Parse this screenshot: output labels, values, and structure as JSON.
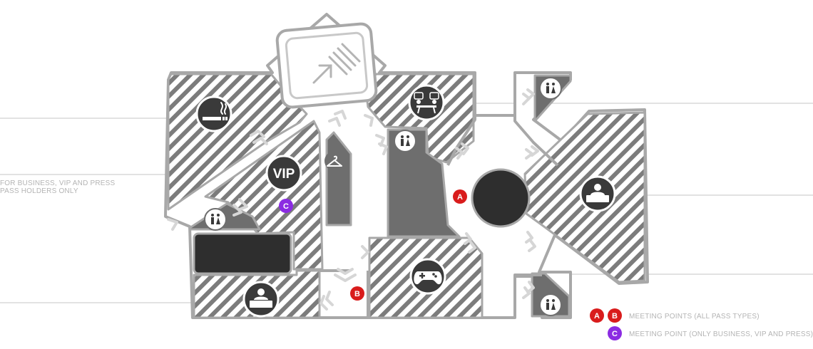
{
  "callouts": {
    "vip_note_line1": "FOR BUSINESS, VIP AND PRESS",
    "vip_note_line2": "PASS HOLDERS ONLY"
  },
  "icons": {
    "vip_label": "VIP"
  },
  "markers": {
    "a": "A",
    "b": "B",
    "c": "C"
  },
  "legend": {
    "meeting_points_all": "MEETING POINTS (ALL PASS TYPES)",
    "meeting_point_vip": "MEETING POINT (ONLY BUSINESS, VIP AND PRESS)"
  },
  "colors": {
    "marker_red": "#d91c1c",
    "marker_purple": "#8b2be2",
    "wall": "#a8a8a8",
    "dark_block": "#2e2e2e",
    "mid_block": "#6e6e6e",
    "floor": "#ffffff",
    "hatch": "#8a8a8a"
  }
}
